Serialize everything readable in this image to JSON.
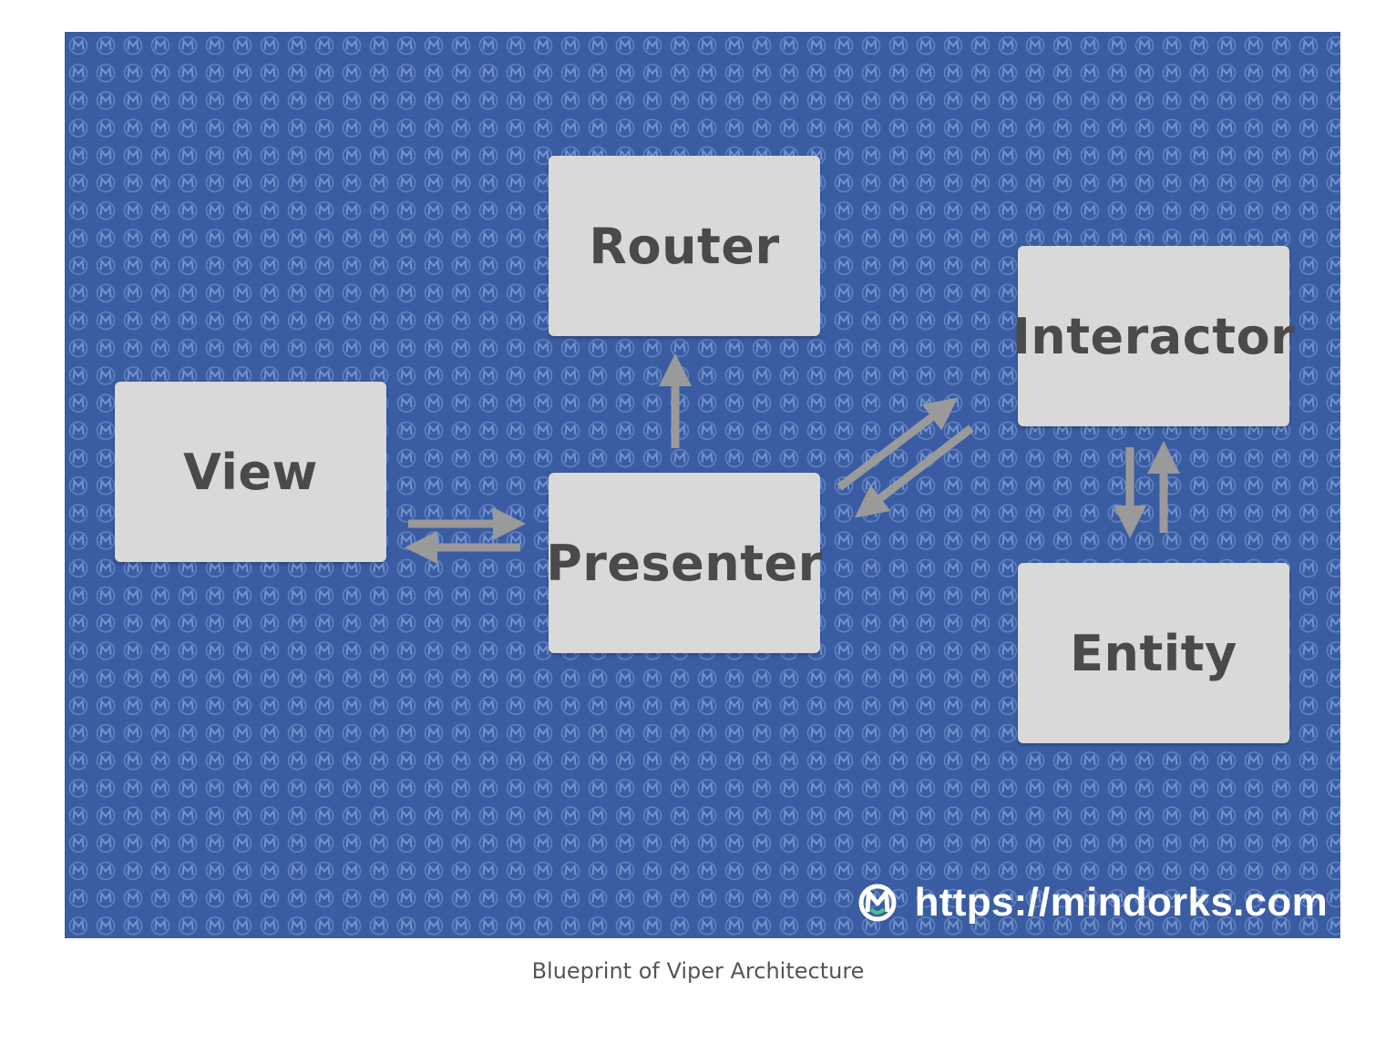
{
  "diagram": {
    "nodes": {
      "router": "Router",
      "view": "View",
      "presenter": "Presenter",
      "interactor": "Interactor",
      "entity": "Entity"
    },
    "edges": [
      {
        "from": "presenter",
        "to": "router"
      },
      {
        "from": "view",
        "to": "presenter"
      },
      {
        "from": "presenter",
        "to": "view"
      },
      {
        "from": "presenter",
        "to": "interactor"
      },
      {
        "from": "interactor",
        "to": "presenter"
      },
      {
        "from": "interactor",
        "to": "entity"
      },
      {
        "from": "entity",
        "to": "interactor"
      }
    ],
    "watermark_text": "https://mindorks.com",
    "colors": {
      "background": "#3a5ca3",
      "box": "#d9d9d9",
      "box_text": "#4a4a4a",
      "arrow": "#9a9a9a",
      "logo_green": "#4cc38a"
    }
  },
  "caption": "Blueprint of Viper Architecture"
}
